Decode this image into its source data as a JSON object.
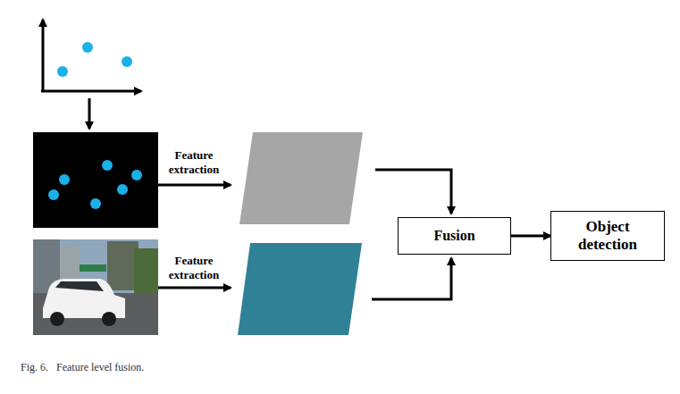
{
  "diagram": {
    "caption": "Fig. 6.   Feature level fusion.",
    "nodes": [
      {
        "text": [
          "Fusion"
        ]
      },
      {
        "text": [
          "Object detection"
        ]
      }
    ],
    "edges": [
      {
        "from": 0,
        "to": 1,
        "arrow": "to"
      }
    ],
    "labels": [
      "Feature extraction",
      "Feature extraction"
    ]
  }
}
